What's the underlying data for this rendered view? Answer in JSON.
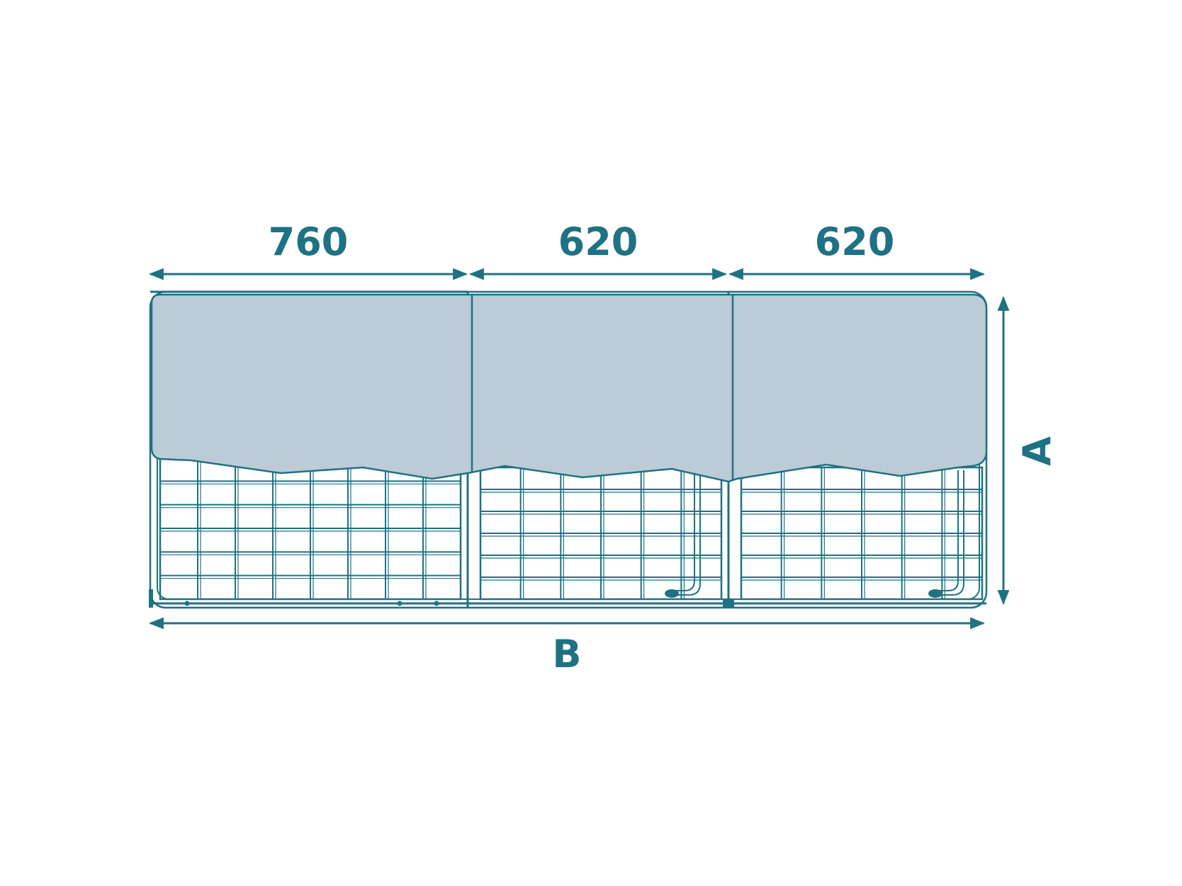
{
  "colors": {
    "stroke": "#1e7283",
    "cover_fill": "#bccbd6",
    "background": "#ffffff"
  },
  "dimensions": {
    "section_1": "760",
    "section_2": "620",
    "section_3": "620",
    "height_label": "A",
    "width_label": "B"
  }
}
